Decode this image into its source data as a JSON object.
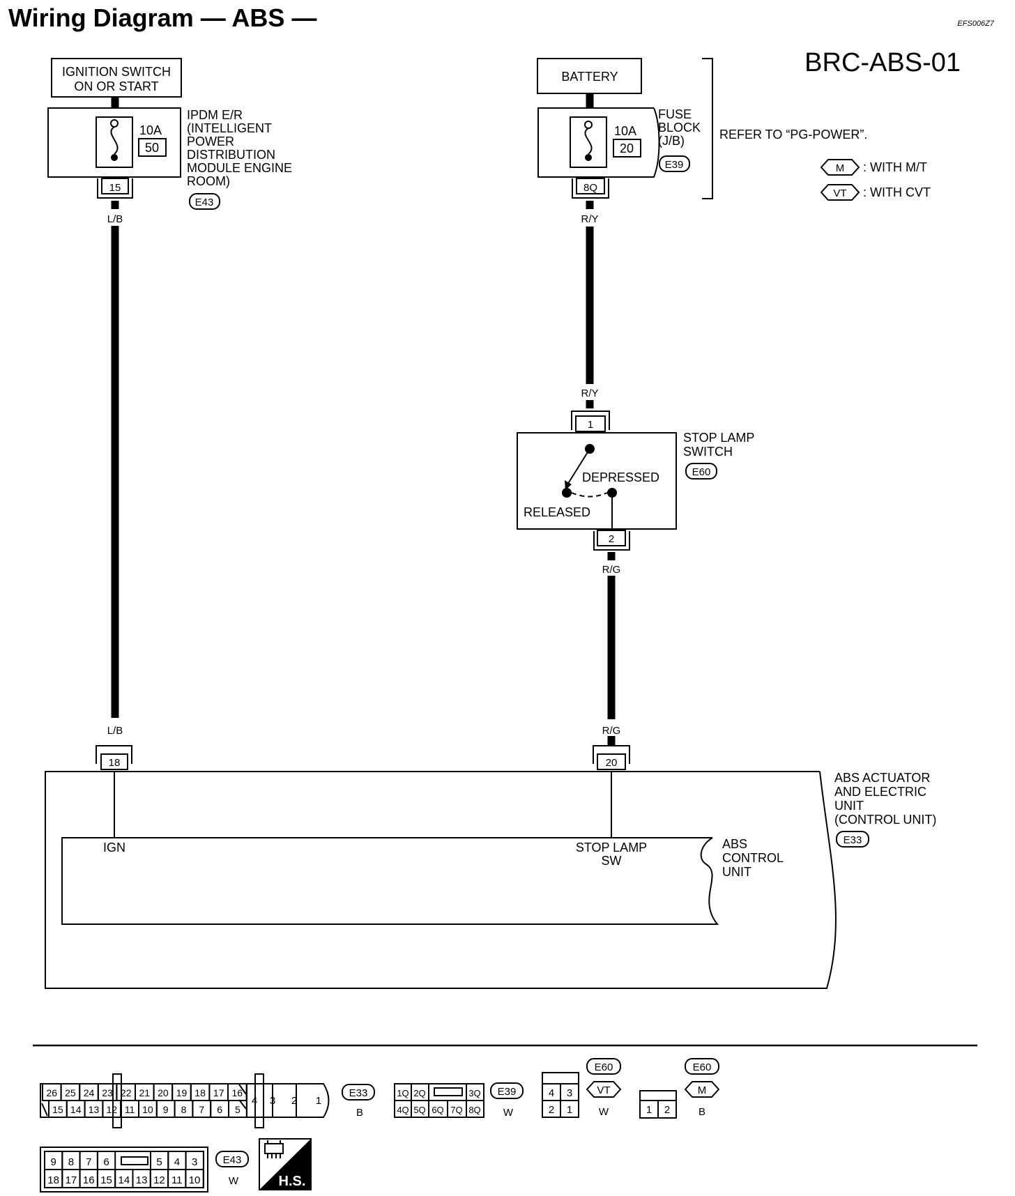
{
  "title": "Wiring Diagram — ABS —",
  "ref_code": "EFS006Z7",
  "diagram_id": "BRC-ABS-01",
  "ignition_switch": {
    "line1": "IGNITION SWITCH",
    "line2": "ON OR START"
  },
  "ipdm": {
    "fuse_amp": "10A",
    "fuse_no": "50",
    "terminal": "15",
    "connector": "E43",
    "lines": [
      "IPDM E/R",
      "(INTELLIGENT",
      "POWER",
      "DISTRIBUTION",
      "MODULE ENGINE",
      "ROOM)"
    ]
  },
  "battery": {
    "label": "BATTERY"
  },
  "fuse_block": {
    "fuse_amp": "10A",
    "fuse_no": "20",
    "terminal": "8Q",
    "connector": "E39",
    "lines": [
      "FUSE",
      "BLOCK",
      "(J/B)"
    ]
  },
  "refer_text": "REFER TO “PG-POWER”.",
  "legend": [
    {
      "code": "M",
      "text": ": WITH M/T"
    },
    {
      "code": "VT",
      "text": ": WITH CVT"
    }
  ],
  "wires": {
    "lb_top": "L/B",
    "lb_bottom": "L/B",
    "ry_top": "R/Y",
    "ry_bottom": "R/Y",
    "rg_top": "R/G",
    "rg_bottom": "R/G"
  },
  "stop_lamp_switch": {
    "lines": [
      "STOP LAMP",
      "SWITCH"
    ],
    "connector": "E60",
    "term_in": "1",
    "term_out": "2",
    "depressed": "DEPRESSED",
    "released": "RELEASED"
  },
  "abs_actuator": {
    "lines": [
      "ABS ACTUATOR",
      "AND ELECTRIC",
      "UNIT",
      "(CONTROL UNIT)"
    ],
    "connector": "E33",
    "term_ign": "18",
    "term_stop": "20"
  },
  "abs_control": {
    "lines": [
      "ABS",
      "CONTROL",
      "UNIT"
    ],
    "ign": "IGN",
    "stop1": "STOP LAMP",
    "stop2": "SW"
  },
  "connectors": {
    "e33": {
      "top": [
        "26",
        "25",
        "24",
        "23",
        "22",
        "21",
        "20",
        "19",
        "18",
        "17",
        "16"
      ],
      "bottom": [
        "15",
        "14",
        "13",
        "12",
        "11",
        "10",
        "9",
        "8",
        "7",
        "6",
        "5"
      ],
      "mid": "4",
      "mid2": "3",
      "big": [
        "2",
        "1"
      ],
      "name": "E33",
      "color": "B"
    },
    "e39": {
      "top": [
        "1Q",
        "2Q",
        "3Q"
      ],
      "bottom": [
        "4Q",
        "5Q",
        "6Q",
        "7Q",
        "8Q"
      ],
      "name": "E39",
      "color": "W"
    },
    "e60_cvt": {
      "top": [
        "4",
        "3"
      ],
      "bottom": [
        "2",
        "1"
      ],
      "name": "E60",
      "code": "VT",
      "color": "W"
    },
    "e60_mt": {
      "cells": [
        "1",
        "2"
      ],
      "name": "E60",
      "code": "M",
      "color": "B"
    },
    "e43": {
      "top": [
        "9",
        "8",
        "7",
        "6",
        "5",
        "4",
        "3"
      ],
      "bottom": [
        "18",
        "17",
        "16",
        "15",
        "14",
        "13",
        "12",
        "11",
        "10"
      ],
      "name": "E43",
      "color": "W"
    },
    "hs_label": "H.S."
  }
}
